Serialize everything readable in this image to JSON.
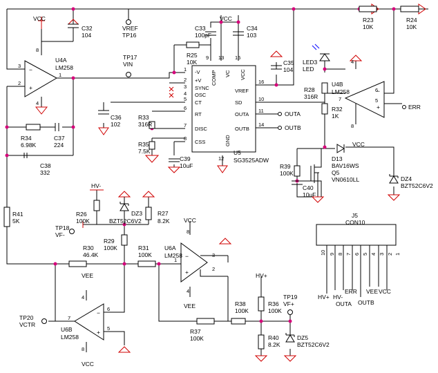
{
  "components": {
    "U4A": {
      "ref": "U4A",
      "value": "LM258"
    },
    "U4B": {
      "ref": "U4B",
      "value": "LM258"
    },
    "U6A": {
      "ref": "U6A",
      "value": "LM258"
    },
    "U6B": {
      "ref": "U6B",
      "value": "LM258"
    },
    "U5": {
      "ref": "U5",
      "value": "SG3525ADW"
    },
    "Q5": {
      "ref": "Q5",
      "value": "VN0610LL"
    },
    "D13": {
      "ref": "D13",
      "value": "BAV16WS"
    },
    "DZ3": {
      "ref": "DZ3",
      "value": "BZT52C6V2"
    },
    "DZ4": {
      "ref": "DZ4",
      "value": "BZT52C6V2"
    },
    "DZ5": {
      "ref": "DZ5",
      "value": "BZT52C6V2"
    },
    "LED3": {
      "ref": "LED3",
      "value": "LED"
    },
    "J5": {
      "ref": "J5",
      "value": "CON10"
    },
    "R23": {
      "ref": "R23",
      "value": "10K"
    },
    "R24": {
      "ref": "R24",
      "value": "10K"
    },
    "R25": {
      "ref": "R25",
      "value": "10K"
    },
    "R26": {
      "ref": "R26",
      "value": "100K"
    },
    "R27": {
      "ref": "R27",
      "value": "8.2K"
    },
    "R28": {
      "ref": "R28",
      "value": "316R"
    },
    "R29": {
      "ref": "R29",
      "value": "100K"
    },
    "R30": {
      "ref": "R30",
      "value": "46.4K"
    },
    "R31": {
      "ref": "R31",
      "value": "100K"
    },
    "R32": {
      "ref": "R32",
      "value": "1K"
    },
    "R33": {
      "ref": "R33",
      "value": "316R"
    },
    "R34": {
      "ref": "R34",
      "value": "6.98K"
    },
    "R35": {
      "ref": "R35",
      "value": "7.5K"
    },
    "R36": {
      "ref": "R36",
      "value": "100K"
    },
    "R37": {
      "ref": "R37",
      "value": "100K"
    },
    "R38": {
      "ref": "R38",
      "value": "100K"
    },
    "R39": {
      "ref": "R39",
      "value": "100K"
    },
    "R40": {
      "ref": "R40",
      "value": "8.2K"
    },
    "R41": {
      "ref": "R41",
      "value": "5K"
    },
    "C32": {
      "ref": "C32",
      "value": "104"
    },
    "C33": {
      "ref": "C33",
      "value": "100pF"
    },
    "C34": {
      "ref": "C34",
      "value": "103"
    },
    "C35": {
      "ref": "C35",
      "value": "104"
    },
    "C36": {
      "ref": "C36",
      "value": "102"
    },
    "C37": {
      "ref": "C37",
      "value": "224"
    },
    "C38": {
      "ref": "C38",
      "value": "332"
    },
    "C39": {
      "ref": "C39",
      "value": "10uF"
    },
    "C40": {
      "ref": "C40",
      "value": "10uF"
    },
    "TP16": {
      "ref": "TP16",
      "value": "VREF"
    },
    "TP17": {
      "ref": "TP17",
      "value": "VIN"
    },
    "TP18": {
      "ref": "TP18",
      "value": "VF-"
    },
    "TP19": {
      "ref": "TP19",
      "value": "VF+"
    },
    "TP20": {
      "ref": "TP20",
      "value": "VCTR"
    }
  },
  "u5_pins": {
    "inv": "-V",
    "ninv": "+V",
    "sync": "SYNC",
    "osc": "OSC",
    "ct": "CT",
    "rt": "RT",
    "disch": "DISC",
    "css": "CSS",
    "comp": "COMP",
    "vc": "VC",
    "vcc": "VCC",
    "vref": "VREF",
    "sd": "SD",
    "outa": "OUTA",
    "outb": "OUTB",
    "gnd": "GND"
  },
  "nets": {
    "vcc": "VCC",
    "vee": "VEE",
    "hv_plus": "HV+",
    "hv_minus": "HV-",
    "outa": "OUTA",
    "outb": "OUTB",
    "err": "ERR"
  },
  "connector_pins": [
    "10",
    "9",
    "8",
    "7",
    "6",
    "5",
    "4",
    "3",
    "2",
    "1"
  ],
  "connector_signals": [
    "HV+",
    "HV-",
    "OUTA",
    "ERR",
    "OUTB",
    "VEE",
    "VCC"
  ],
  "pin_numbers": {
    "p1": "1",
    "p2": "2",
    "p3": "3",
    "p4": "4",
    "p5": "5",
    "p6": "6",
    "p7": "7",
    "p8": "8",
    "p9": "9",
    "p10": "10",
    "p11": "11",
    "p12": "12",
    "p13": "13",
    "p14": "14",
    "p15": "15",
    "p16": "16"
  },
  "colors": {
    "wire": "#000000",
    "power": "#d00000",
    "junction": "#d6007a",
    "led": "#1a1aff"
  }
}
